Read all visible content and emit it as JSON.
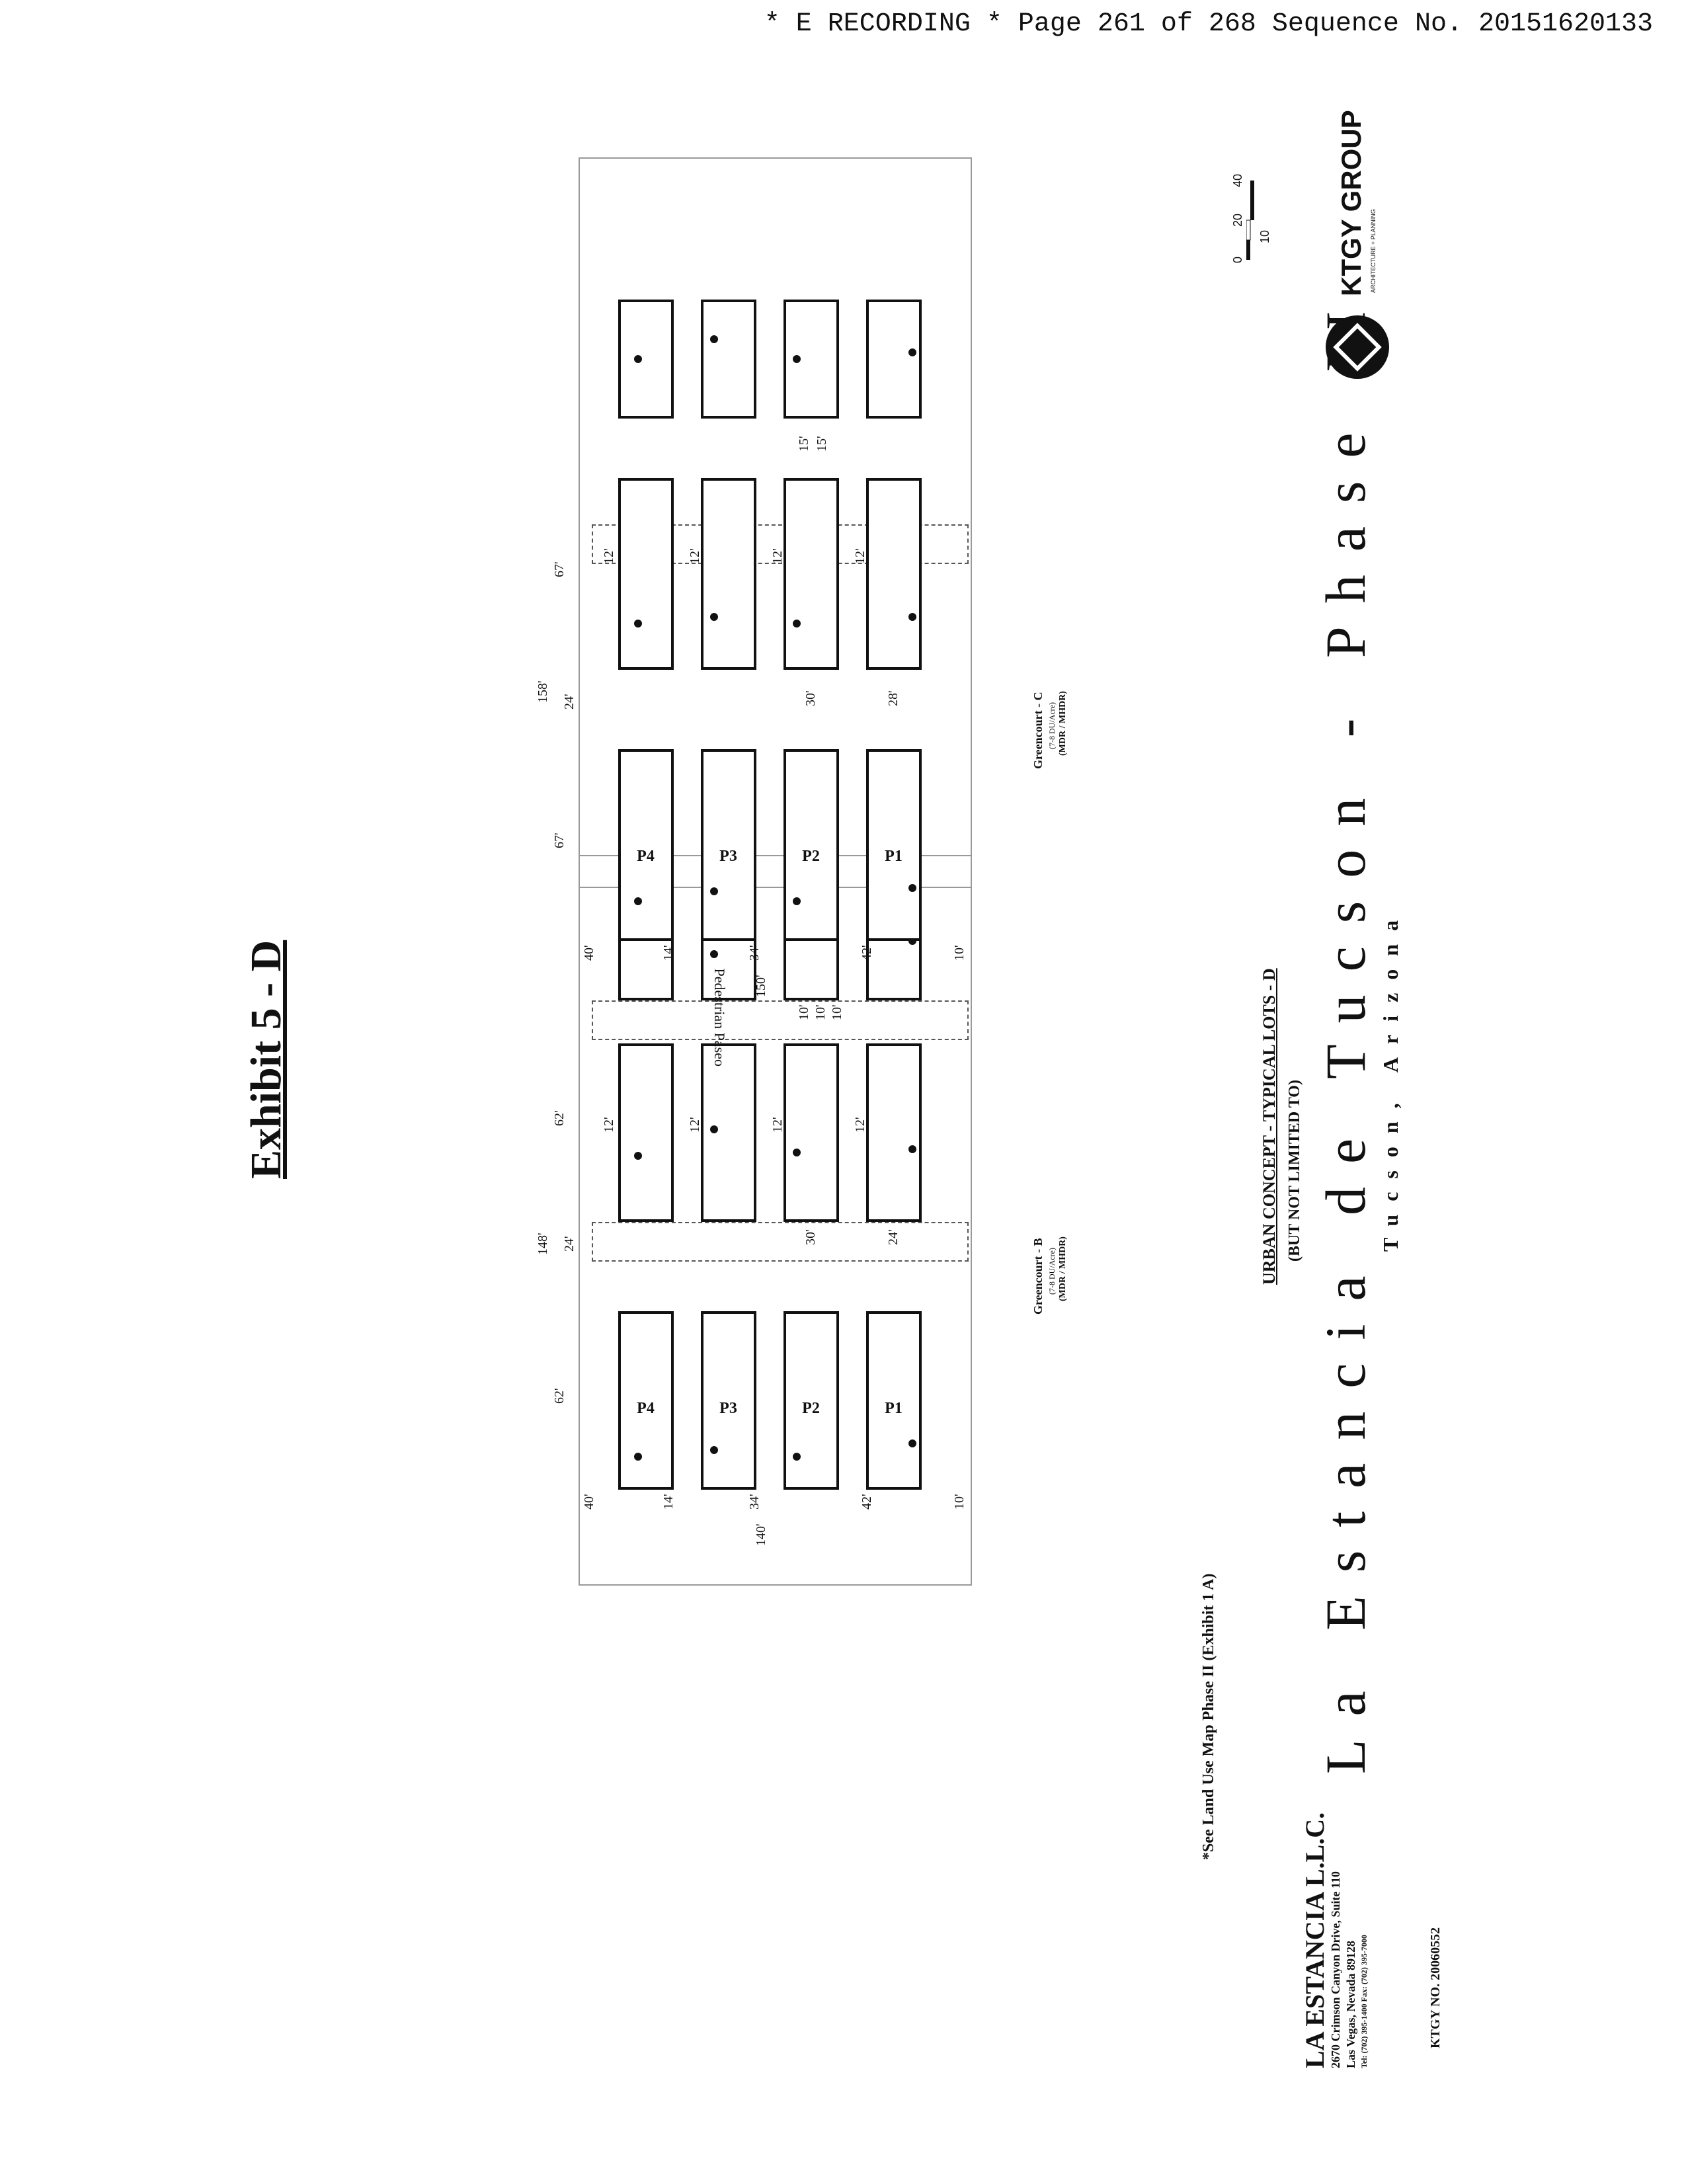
{
  "header": {
    "recording_text": "* E RECORDING * Page 261 of 268 Sequence No. 20151620133"
  },
  "exhibit_title": "Exhibit 5 - D",
  "plans": [
    {
      "name": "Greencourt - B",
      "density": "(7-8 DU/Acre)",
      "zoning": "(MDR / MHDR)",
      "lot_labels": [
        "P4",
        "P3",
        "P2",
        "P1"
      ],
      "width_dims": [
        "40'",
        "14'",
        "34'",
        "42'",
        "10'"
      ],
      "total_width": "140'",
      "depth_dims": [
        "62'",
        "24'",
        "62'"
      ],
      "depth_total": "148'",
      "inner_dims": [
        "12'",
        "12'",
        "12'",
        "12'"
      ],
      "misc_dims": [
        "30'",
        "24'",
        "10'",
        "10'",
        "10'"
      ],
      "paseo": "Pedestrian Paseo"
    },
    {
      "name": "Greencourt - C",
      "density": "(7-8 DU/Acre)",
      "zoning": "(MDR / MHDR)",
      "lot_labels": [
        "P4",
        "P3",
        "P2",
        "P1"
      ],
      "width_dims": [
        "40'",
        "14'",
        "34'",
        "42'",
        "10'"
      ],
      "total_width": "150'",
      "depth_dims": [
        "67'",
        "24'",
        "67'"
      ],
      "depth_total": "158'",
      "inner_dims": [
        "12'",
        "12'",
        "12'",
        "12'"
      ],
      "misc_dims": [
        "30'",
        "28'",
        "15'",
        "15'"
      ],
      "paseo": ""
    }
  ],
  "note": "*See Land Use Map  Phase II (Exhibit 1 A)",
  "concept_title": "URBAN CONCEPT - TYPICAL LOTS - D",
  "concept_sub": "(BUT NOT LIMITED TO)",
  "project_title": "La Estancia de Tucson - Phase II",
  "project_sub": "Tucson, Arizona",
  "developer": {
    "name": "LA ESTANCIA L.L.C.",
    "line1": "2670 Crimson Canyon Drive, Suite 110",
    "line2": "Las Vegas, Nevada 89128",
    "line3": "Tel: (702) 395-1400   Fax: (702) 395-7000"
  },
  "ktgy_no": "KTGY NO. 20060552",
  "ktgy": {
    "name": "KTGY GROUP",
    "tagline": "ARCHITECTURE + PLANNING"
  },
  "scale_labels": [
    "0",
    "20",
    "40",
    "10"
  ]
}
